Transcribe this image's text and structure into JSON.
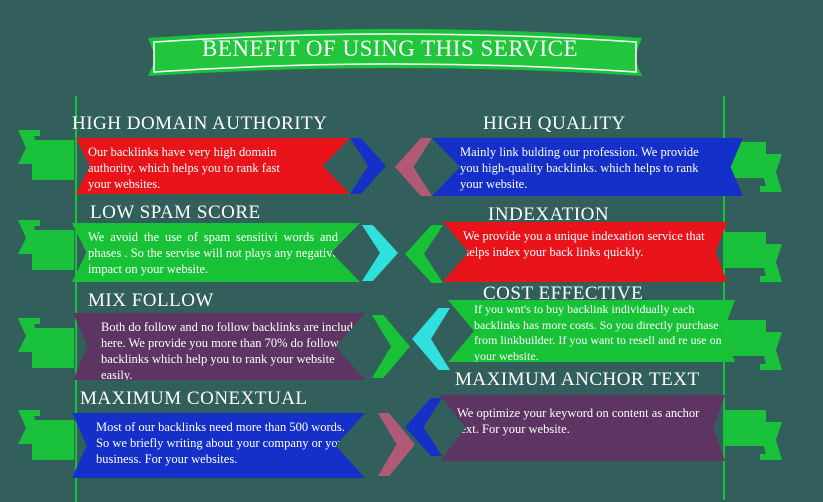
{
  "header": {
    "title": "BENEFIT OF USING THIS SERVICE"
  },
  "colors": {
    "background": "#325f5b",
    "green": "#17c236",
    "red": "#e8141a",
    "blue": "#1530c8",
    "purple": "#5e3462",
    "cyan": "#2fe0dc",
    "pink": "#b05a78"
  },
  "left": [
    {
      "title": "HIGH DOMAIN AUTHORITY",
      "text": "Our backlinks have very high domain authority. which helps you to rank fast your websites."
    },
    {
      "title": "LOW SPAM SCORE",
      "text": "We avoid the use of spam sensitivi words and phases . So the servise will not plays any negative impact on your website."
    },
    {
      "title": "MIX FOLLOW",
      "text": "Both do follow and no follow backlinks are included here. We provide you more than 70% do follow backlinks which help you to rank your website easily."
    },
    {
      "title": "MAXIMUM CONEXTUAL",
      "text": "Most of our backlinks need more than 500 words. So we briefly writing about your company or your business. For your websites."
    }
  ],
  "right": [
    {
      "title": "HIGH QUALITY",
      "text": "Mainly link bulding our profession. We provide you high-quality backlinks. which helps to rank your website."
    },
    {
      "title": "INDEXATION",
      "text": "We provide you a unique  indexation service that helps index your back links quickly."
    },
    {
      "title": "COST EFFECTIVE",
      "text": "If you wnt's to buy backlink individually each backlinks has more costs. So you directly purchase from linkbuilder. If you want to resell and re use on your website."
    },
    {
      "title": "MAXIMUM ANCHOR TEXT",
      "text": "We optimize your keyword on content as anchor text. For your website."
    }
  ]
}
